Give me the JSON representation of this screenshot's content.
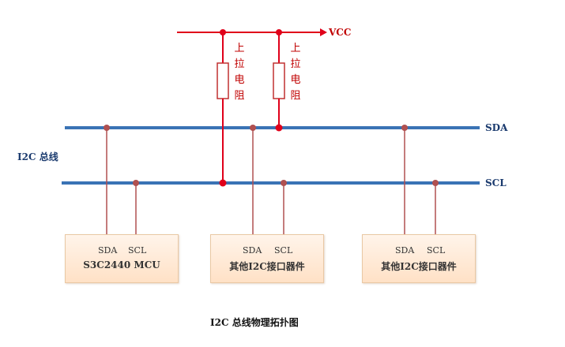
{
  "vcc_label": "VCC",
  "resistor_label": "上拉电阻",
  "bus": {
    "sda": "SDA",
    "scl": "SCL",
    "title": "I2C 总线"
  },
  "devices": [
    {
      "sda": "SDA",
      "scl": "SCL",
      "name": "S3C2440 MCU"
    },
    {
      "sda": "SDA",
      "scl": "SCL",
      "name": "其他I2C接口器件"
    },
    {
      "sda": "SDA",
      "scl": "SCL",
      "name": "其他I2C接口器件"
    }
  ],
  "caption": "I2C 总线物理拓扑图",
  "colors": {
    "bus": "#3a73b5",
    "wire": "#b05050",
    "vcc": "#e0001a",
    "resistor": "#c03030"
  }
}
